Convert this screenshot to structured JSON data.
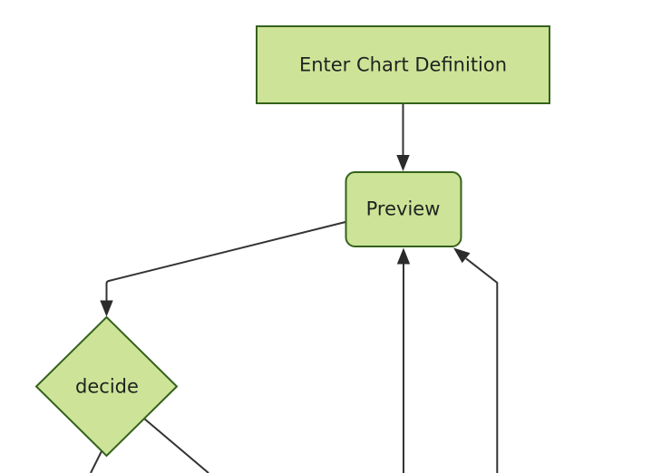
{
  "diagram": {
    "type": "flowchart",
    "direction": "top-down",
    "colors": {
      "background": "#ffffff",
      "node_fill": "#cde498",
      "node_border": "#35611c",
      "edge_line": "#333333",
      "arrowhead": "#2b2b2b",
      "text": "#1f2320"
    },
    "nodes": [
      {
        "id": "enter-chart-definition",
        "shape": "rectangle",
        "label": "Enter Chart Definition"
      },
      {
        "id": "preview",
        "shape": "rounded-rectangle",
        "label": "Preview"
      },
      {
        "id": "decide",
        "shape": "diamond",
        "label": "decide"
      }
    ],
    "edges": [
      {
        "from": "enter-chart-definition",
        "to": "preview",
        "arrowhead": true
      },
      {
        "from": "preview",
        "to": "decide",
        "arrowhead": true
      },
      {
        "from": "offscreen-bottom-a",
        "to": "preview",
        "arrowhead": true
      },
      {
        "from": "offscreen-bottom-b",
        "to": "preview",
        "arrowhead": true
      },
      {
        "from": "decide",
        "to": "offscreen-bottom-left",
        "arrowhead": false
      },
      {
        "from": "decide",
        "to": "offscreen-bottom-right",
        "arrowhead": false
      }
    ]
  }
}
